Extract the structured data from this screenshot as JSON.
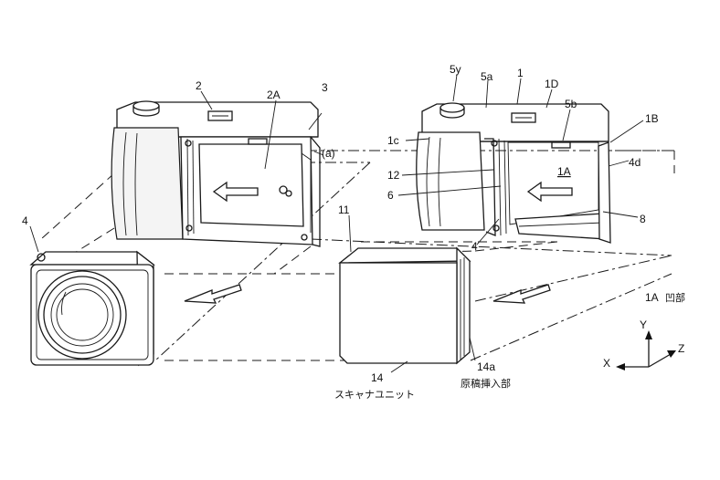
{
  "labels": {
    "camera_body_left": "2",
    "recess_left": "2A",
    "assembly": "3",
    "detail_a": "(a)",
    "lens_unit": "4",
    "label_11": "11",
    "dial": "5y",
    "label_5a": "5a",
    "body_right": "1",
    "label_1D": "1D",
    "label_5b": "5b",
    "label_1B": "1B",
    "label_1c": "1c",
    "label_12": "12",
    "label_6": "6",
    "recess_right": "1A",
    "label_4d": "4d",
    "label_8": "8",
    "label_4_right": "4",
    "scanner_num": "14",
    "scanner_name": "スキャナユニット",
    "slot_num": "14a",
    "slot_name": "原稿挿入部"
  },
  "legend": {
    "code": "1A",
    "meaning": "凹部"
  },
  "axes": {
    "x": "X",
    "y": "Y",
    "z": "Z"
  }
}
